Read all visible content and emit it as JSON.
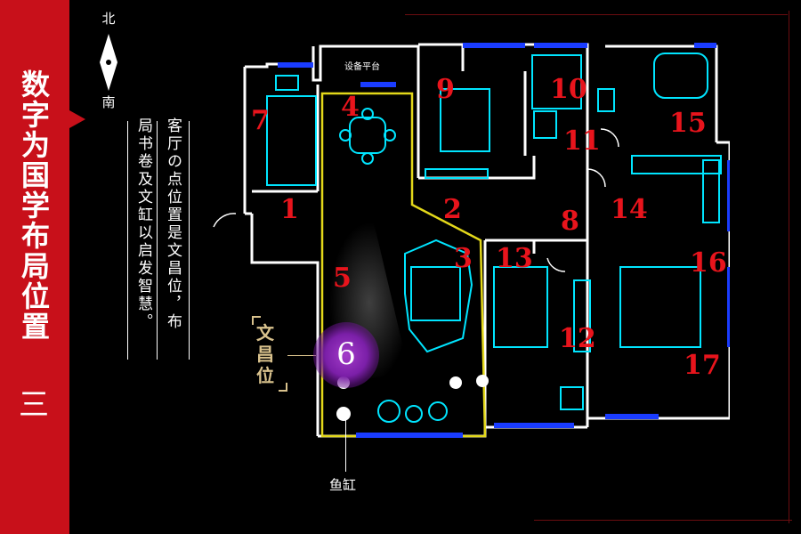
{
  "sidebar": {
    "title": "数字为国学布局位置",
    "mark": "三"
  },
  "compass": {
    "north": "北",
    "south": "南"
  },
  "quote": {
    "col1": "客厅の点位置是文昌位，布",
    "col2": "局书卷及文缸以启发智慧。"
  },
  "plan": {
    "balcony_label": "设备平台",
    "room_numbers": [
      "1",
      "2",
      "3",
      "4",
      "5",
      "7",
      "8",
      "9",
      "10",
      "11",
      "12",
      "13",
      "14",
      "15",
      "16",
      "17"
    ],
    "highlight_label": "文昌位",
    "highlight_number": "6",
    "fish_tank_label": "鱼缸"
  },
  "colors": {
    "accent": "#c8101a",
    "plan_cyan": "#00e5ff",
    "plan_blue": "#1a3cff",
    "plan_wall": "#ffffff",
    "room_number": "#e8141c",
    "highlight_zone": "#e3d81a",
    "label_gold": "#d9c28d",
    "highlight_purple": "#8a2bb8"
  }
}
